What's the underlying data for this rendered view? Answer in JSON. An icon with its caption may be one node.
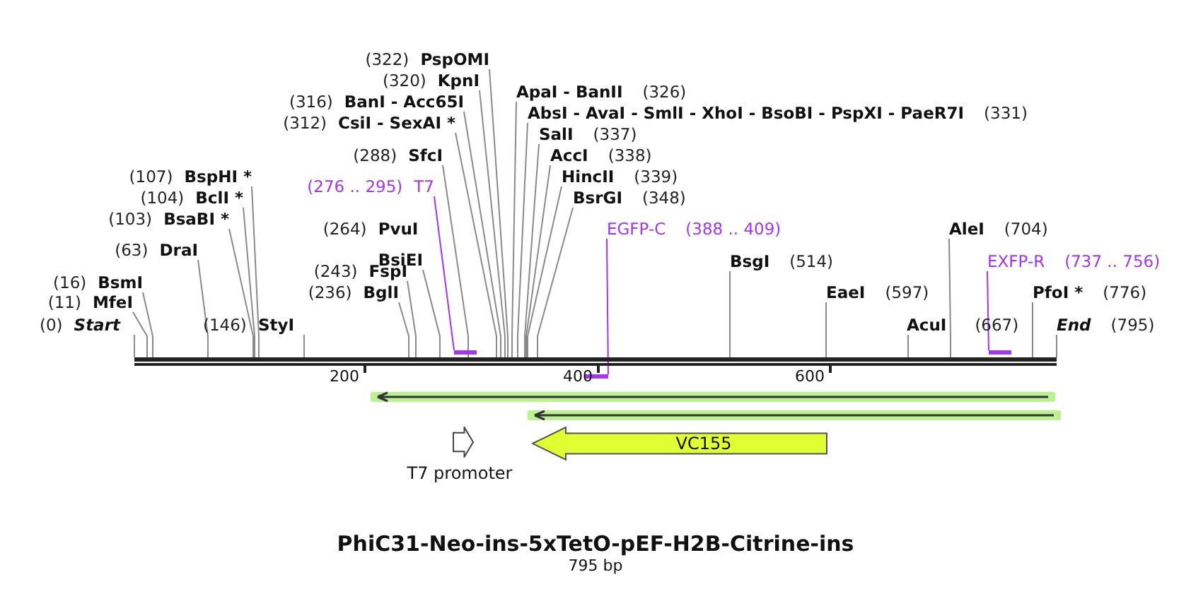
{
  "diagram": {
    "title": "PhiC31-Neo-ins-5xTetO-pEF-H2B-Citrine-ins",
    "caption": "795 bp",
    "nodes": [
      {
        "text": [
          "(322)",
          "PspOMI"
        ]
      },
      {
        "text": [
          "(320)",
          "KpnI"
        ]
      },
      {
        "text": [
          "ApaI - BanII",
          "(326)"
        ]
      },
      {
        "text": [
          "(316)",
          "BanI - Acc65I"
        ]
      },
      {
        "text": [
          "AbsI - AvaI - SmlI - XhoI - BsoBI - PspXI - PaeR7I",
          "(331)"
        ]
      },
      {
        "text": [
          "(312)",
          "CsiI - SexAI *"
        ]
      },
      {
        "text": [
          "SalI",
          "(337)"
        ]
      },
      {
        "text": [
          "(288)",
          "SfcI"
        ]
      },
      {
        "text": [
          "AccI",
          "(338)"
        ]
      },
      {
        "text": [
          "(107)",
          "BspHI *"
        ]
      },
      {
        "text": [
          "HincII",
          "(339)"
        ]
      },
      {
        "text": [
          "(276 .. 295)",
          "T7"
        ]
      },
      {
        "text": [
          "(104)",
          "BclI *"
        ]
      },
      {
        "text": [
          "BsrGI",
          "(348)"
        ]
      },
      {
        "text": [
          "(103)",
          "BsaBI *"
        ]
      },
      {
        "text": [
          "(264)",
          "PvuI",
          "BsiEI"
        ]
      },
      {
        "text": [
          "EGFP-C",
          "(388 .. 409)"
        ]
      },
      {
        "text": [
          "AleI",
          "(704)"
        ]
      },
      {
        "text": [
          "(63)",
          "DraI"
        ]
      },
      {
        "text": [
          "BsgI",
          "(514)"
        ]
      },
      {
        "text": [
          "EXFP-R",
          "(737 .. 756)"
        ]
      },
      {
        "text": [
          "(243)",
          "FspI"
        ]
      },
      {
        "text": [
          "(16)",
          "BsmI"
        ]
      },
      {
        "text": [
          "(236)",
          "BglI"
        ]
      },
      {
        "text": [
          "EaeI",
          "(597)"
        ]
      },
      {
        "text": [
          "PfoI *",
          "(776)"
        ]
      },
      {
        "text": [
          "(11)",
          "MfeI"
        ]
      },
      {
        "text": [
          "(0)",
          "Start"
        ]
      },
      {
        "text": [
          "(146)",
          "StyI"
        ]
      },
      {
        "text": [
          "AcuI",
          "(667)"
        ]
      },
      {
        "text": [
          "End",
          "(795)"
        ]
      },
      {
        "text": [],
        "shape": "bar"
      },
      {
        "text": [],
        "shape": "bar"
      },
      {
        "text": [],
        "shape": "bar"
      },
      {
        "text": [],
        "shape": "bar"
      },
      {
        "text": [],
        "shape": "arrow"
      },
      {
        "text": [],
        "shape": "arrow"
      },
      {
        "text": [
          "T7 promoter"
        ]
      },
      {
        "text": [
          "VC155"
        ]
      }
    ],
    "edges": [
      {
        "from": 0,
        "to": 31,
        "arrow": "none"
      },
      {
        "from": 1,
        "to": 31,
        "arrow": "none"
      },
      {
        "from": 2,
        "to": 31,
        "arrow": "none"
      },
      {
        "from": 3,
        "to": 31,
        "arrow": "none"
      },
      {
        "from": 4,
        "to": 31,
        "arrow": "none"
      },
      {
        "from": 5,
        "to": 31,
        "arrow": "none"
      },
      {
        "from": 6,
        "to": 31,
        "arrow": "none"
      },
      {
        "from": 7,
        "to": 31,
        "arrow": "none"
      },
      {
        "from": 8,
        "to": 31,
        "arrow": "none"
      },
      {
        "from": 9,
        "to": 31,
        "arrow": "none"
      },
      {
        "from": 10,
        "to": 31,
        "arrow": "none"
      },
      {
        "from": 11,
        "to": 32,
        "arrow": "none",
        "color": "#a435f0"
      },
      {
        "from": 12,
        "to": 31,
        "arrow": "none"
      },
      {
        "from": 13,
        "to": 31,
        "arrow": "none"
      },
      {
        "from": 14,
        "to": 31,
        "arrow": "none"
      },
      {
        "from": 15,
        "to": 31,
        "arrow": "none"
      },
      {
        "from": 16,
        "to": 33,
        "arrow": "none",
        "color": "#a435f0"
      },
      {
        "from": 17,
        "to": 31,
        "arrow": "none"
      },
      {
        "from": 18,
        "to": 31,
        "arrow": "none"
      },
      {
        "from": 19,
        "to": 31,
        "arrow": "none"
      },
      {
        "from": 20,
        "to": 34,
        "arrow": "none",
        "color": "#a435f0"
      },
      {
        "from": 21,
        "to": 31,
        "arrow": "none"
      },
      {
        "from": 22,
        "to": 31,
        "arrow": "none"
      },
      {
        "from": 23,
        "to": 31,
        "arrow": "none"
      },
      {
        "from": 24,
        "to": 31,
        "arrow": "none"
      },
      {
        "from": 25,
        "to": 31,
        "arrow": "none"
      },
      {
        "from": 26,
        "to": 31,
        "arrow": "none"
      },
      {
        "from": 27,
        "to": 31,
        "arrow": "none"
      },
      {
        "from": 28,
        "to": 31,
        "arrow": "none"
      },
      {
        "from": 29,
        "to": 31,
        "arrow": "none"
      },
      {
        "from": 30,
        "to": 31,
        "arrow": "none"
      }
    ],
    "labels": [
      "200",
      "400",
      "600"
    ]
  }
}
